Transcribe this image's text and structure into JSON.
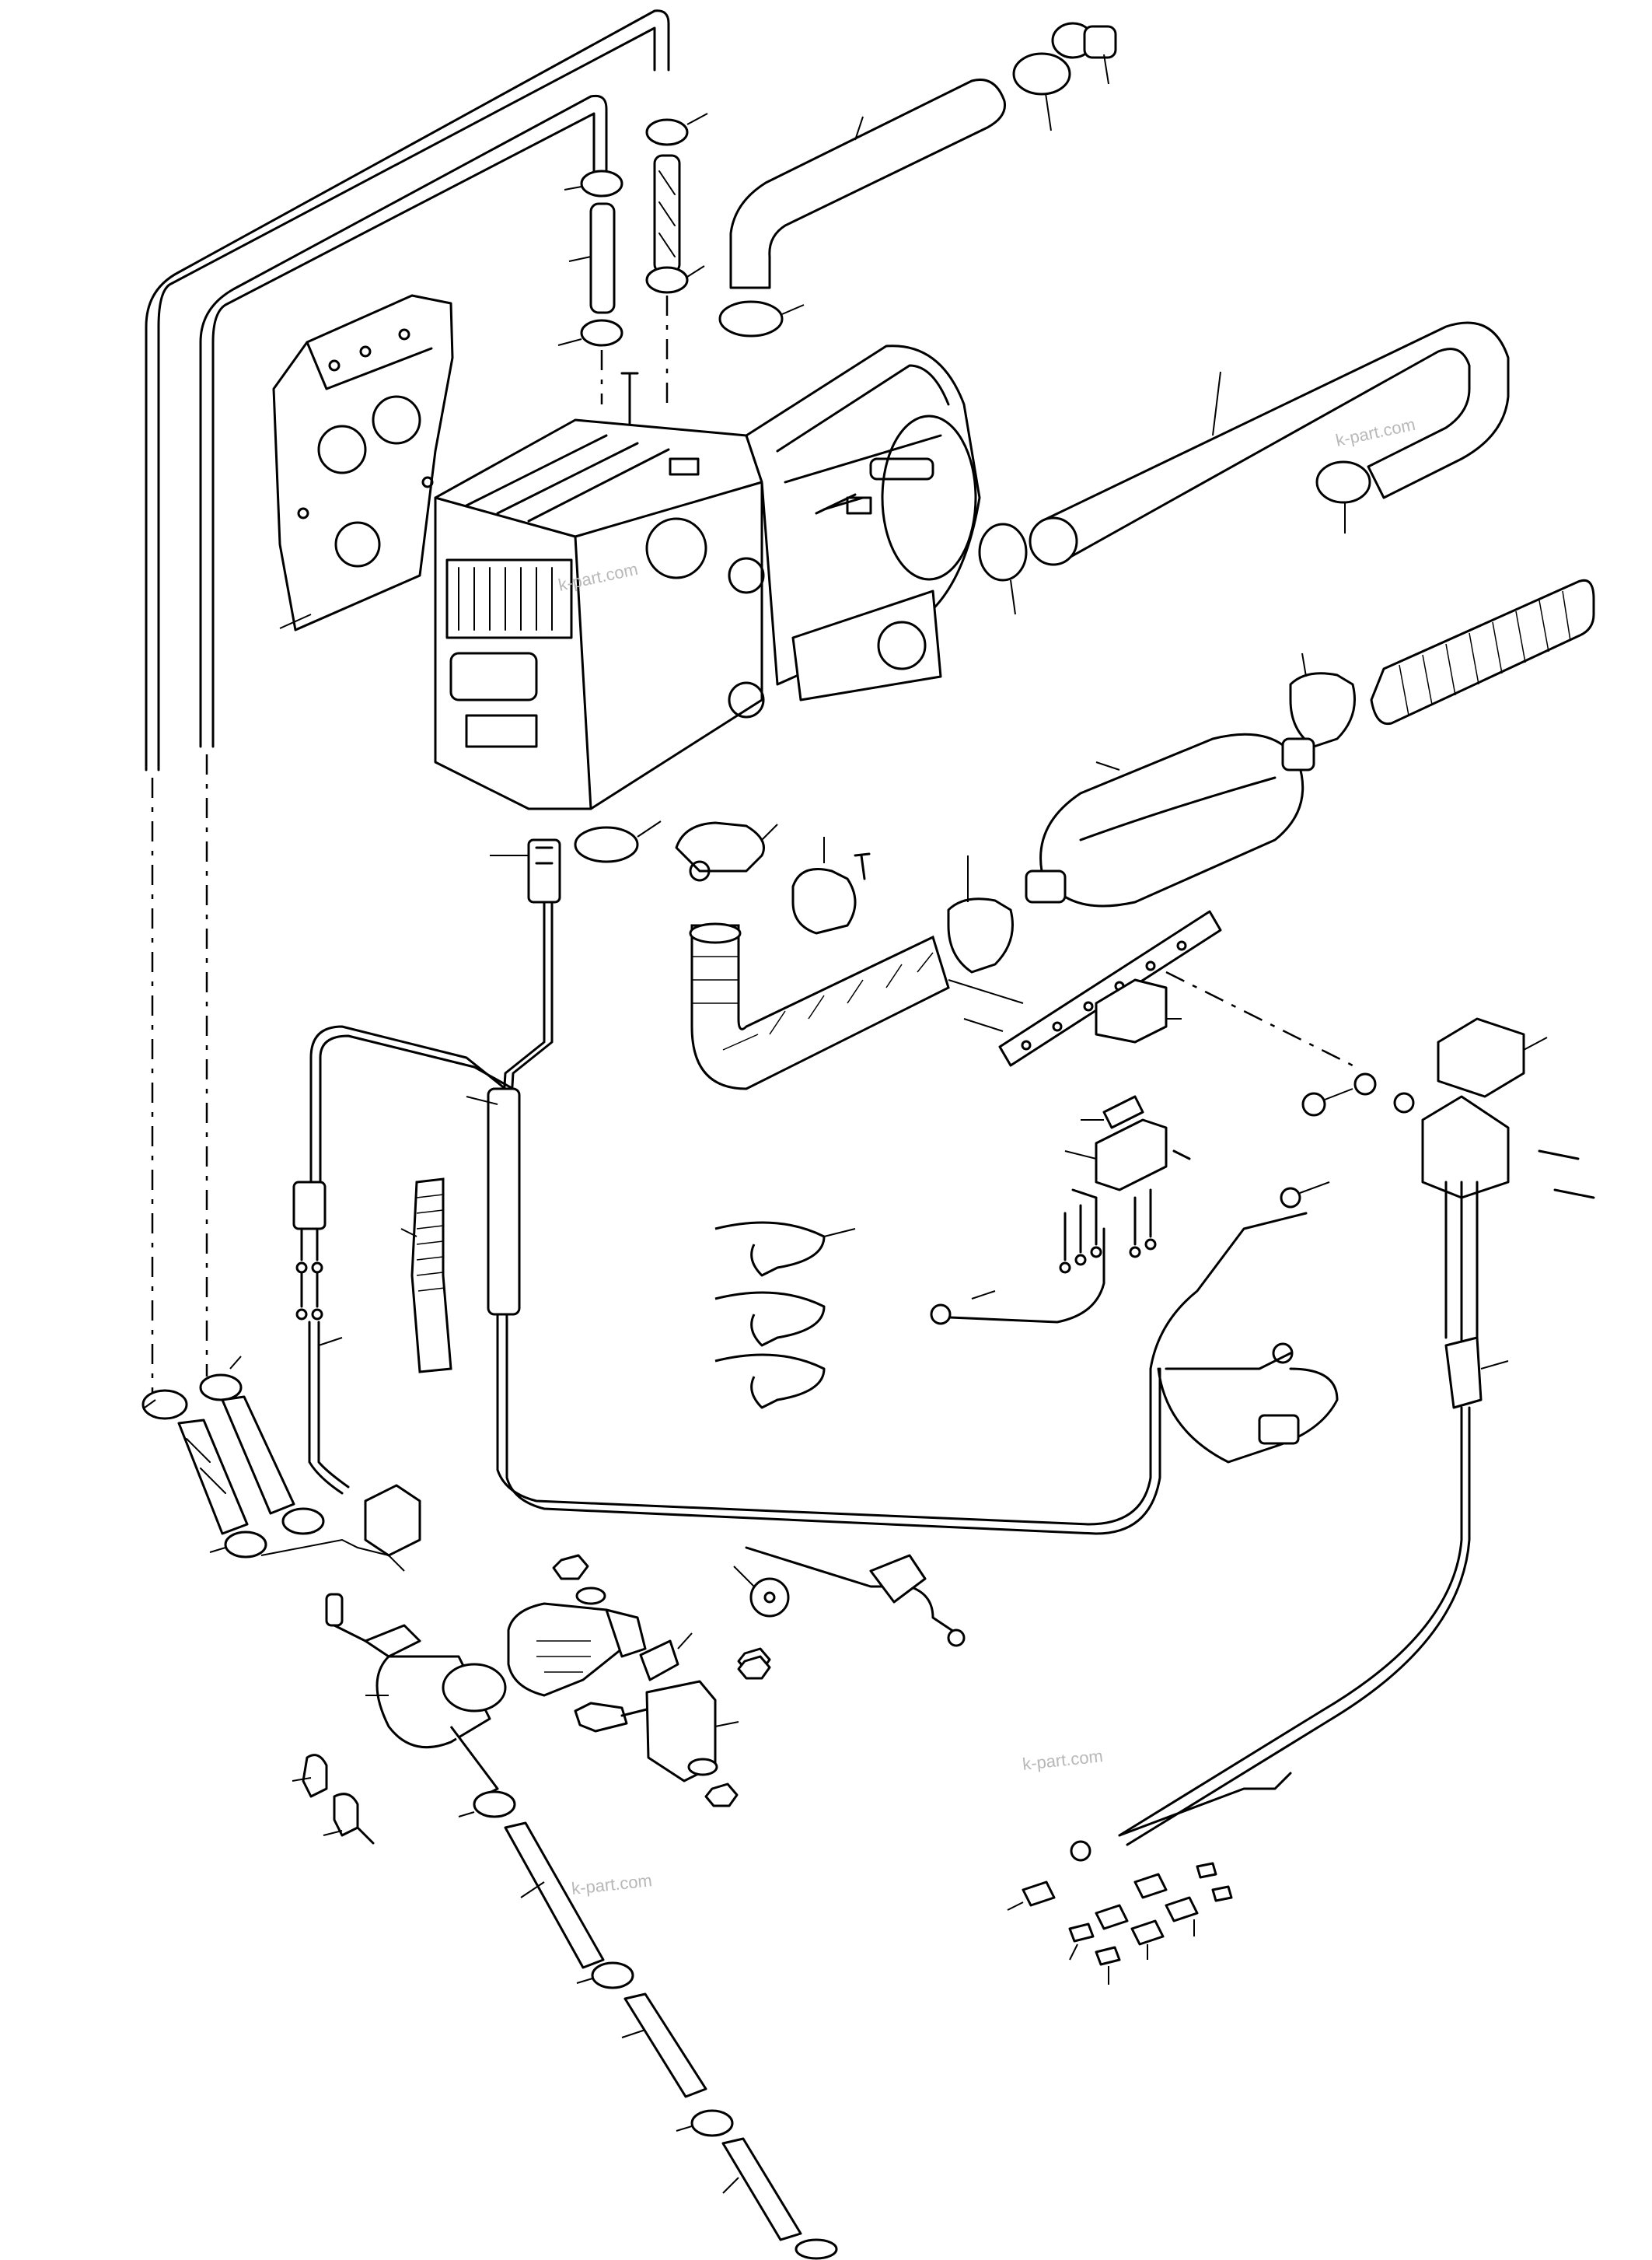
{
  "watermarks": [
    {
      "id": "wm1",
      "text": "k-part.com"
    },
    {
      "id": "wm2",
      "text": "k-part.com"
    },
    {
      "id": "wm3",
      "text": "k-part.com"
    },
    {
      "id": "wm4",
      "text": "k-part.com"
    }
  ]
}
